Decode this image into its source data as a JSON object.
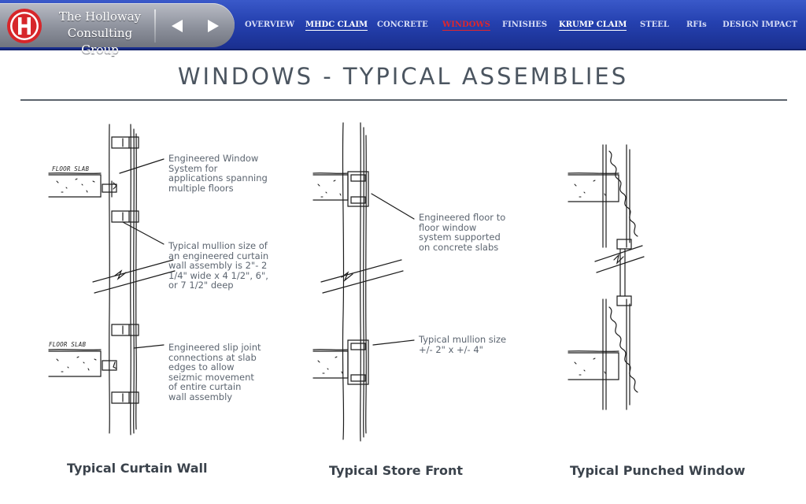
{
  "brand": {
    "name_line1": "The Holloway",
    "name_line2": "Consulting Group",
    "logo_letter": "H"
  },
  "nav": {
    "overview": "OVERVIEW",
    "mhdc_claim": "MHDC CLAIM",
    "concrete": "CONCRETE",
    "windows": "WINDOWS",
    "finishes": "FINISHES",
    "krump_claim": "KRUMP CLAIM",
    "steel": "STEEL",
    "rfis": "RFIs",
    "design_impact": "DESIGN IMPACT",
    "active": "windows"
  },
  "page": {
    "title": "WINDOWS - TYPICAL ASSEMBLIES"
  },
  "curtain_wall": {
    "slab_label_top": "FLOOR SLAB",
    "slab_label_bottom": "FLOOR SLAB",
    "note_1": "Engineered Window System for applications spanning multiple floors",
    "note_2": "Typical mullion size of an engineered curtain wall assembly is 2\"- 2 1/4\" wide x 4 1/2\", 6\", or 7 1/2\" deep",
    "note_3": "Engineered slip joint connections at slab edges to allow seizmic movement of entire curtain wall assembly",
    "caption": "Typical Curtain Wall"
  },
  "store_front": {
    "note_1": "Engineered floor to floor window system supported on concrete slabs",
    "note_2": "Typical mullion size +/- 2\" x +/- 4\"",
    "caption": "Typical Store Front"
  },
  "punched_window": {
    "caption": "Typical Punched Window"
  },
  "colors": {
    "header_blue": "#2541b0",
    "brand_grey": "#8d919c",
    "active_nav": "#e1262b",
    "logo_red": "#d7262a",
    "title_grey": "#4b5560"
  }
}
